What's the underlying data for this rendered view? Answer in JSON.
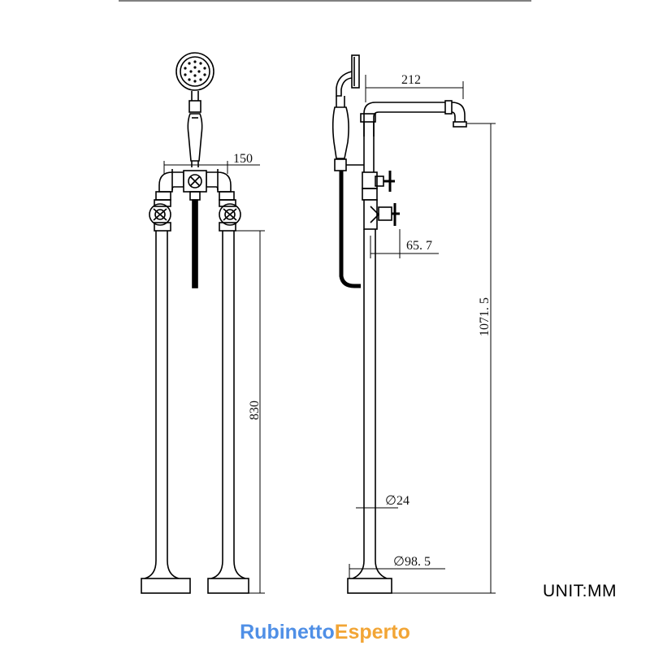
{
  "dimensions": {
    "front_width": "150",
    "front_height": "830",
    "side_spout": "212",
    "side_valve": "65. 7",
    "side_height": "1071. 5",
    "pipe_diameter": "∅24",
    "base_diameter": "∅98. 5"
  },
  "unit_label": "UNIT:MM",
  "brand": {
    "part1": "Rubinetto",
    "part2": "Esperto"
  }
}
